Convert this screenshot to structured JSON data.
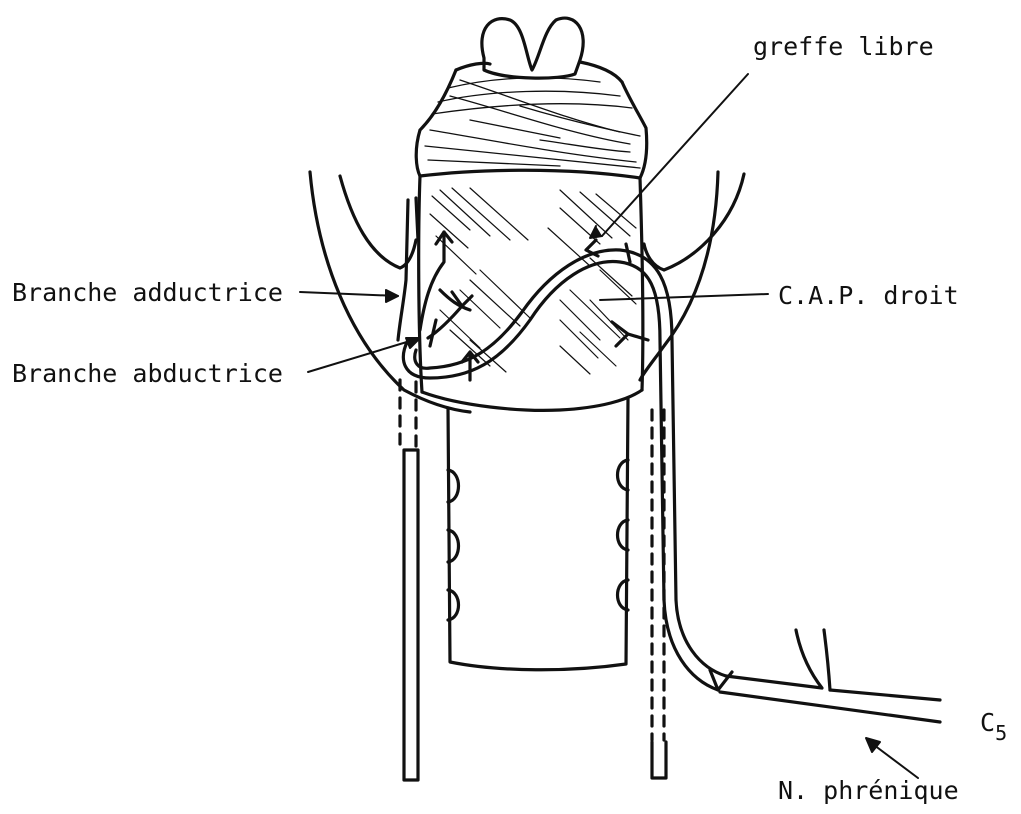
{
  "labels": {
    "graft": "greffe libre",
    "adductor_branch": "Branche adductrice",
    "abductor_branch": "Branche abductrice",
    "pca_right": "C.A.P. droit",
    "phrenic_nerve": "N. phrénique",
    "root_letter": "C",
    "root_number": "5"
  },
  "colors": {
    "ink": "#111111",
    "paper": "#ffffff"
  }
}
